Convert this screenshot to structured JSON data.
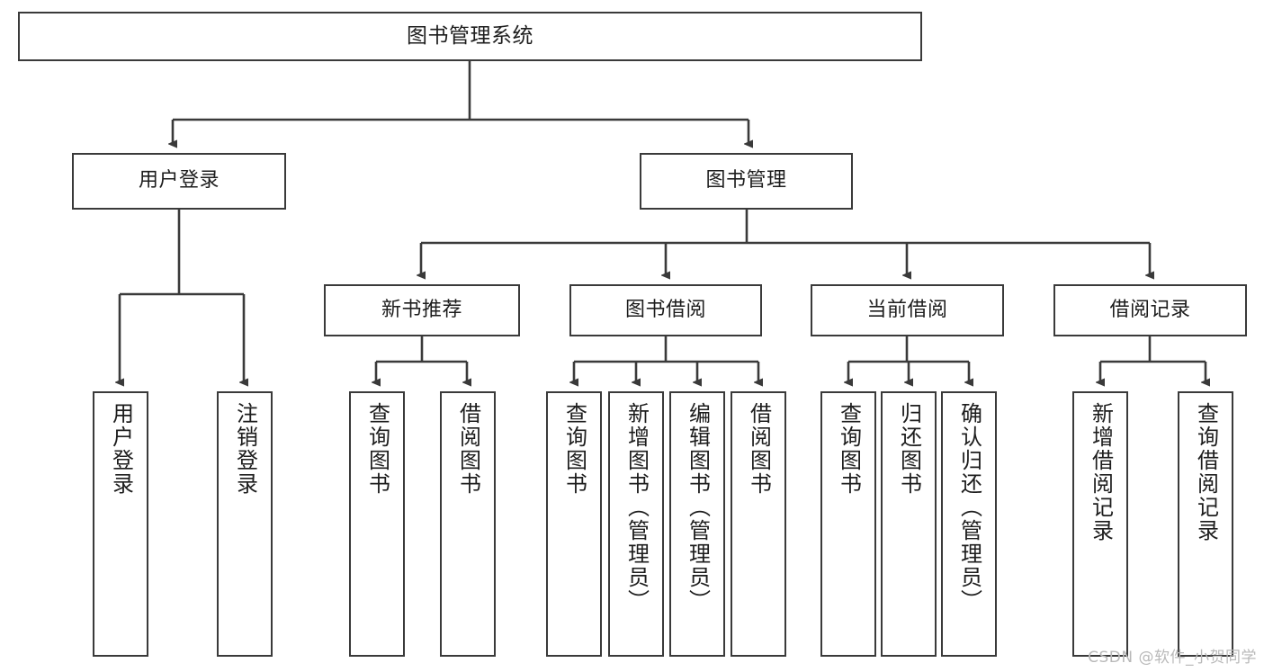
{
  "diagram": {
    "title": "图书管理系统",
    "watermark": "CSDN @软件_小贺同学",
    "line_color": "#3a3a3a",
    "text_color": "#1d1d1d",
    "background": "#ffffff",
    "nodes": {
      "root": {
        "label": "图书管理系统"
      },
      "level2": [
        {
          "label": "用户登录"
        },
        {
          "label": "图书管理"
        }
      ],
      "level3": [
        {
          "label": "新书推荐"
        },
        {
          "label": "图书借阅"
        },
        {
          "label": "当前借阅"
        },
        {
          "label": "借阅记录"
        }
      ],
      "leaves": {
        "user_login": [
          {
            "label": "用户登录"
          },
          {
            "label": "注销登录"
          }
        ],
        "new_book_recommend": [
          {
            "label": "查询图书"
          },
          {
            "label": "借阅图书"
          }
        ],
        "book_borrow": [
          {
            "label": "查询图书"
          },
          {
            "label": "新增图书（管理员）"
          },
          {
            "label": "编辑图书（管理员）"
          },
          {
            "label": "借阅图书"
          }
        ],
        "current_borrow": [
          {
            "label": "查询图书"
          },
          {
            "label": "归还图书"
          },
          {
            "label": "确认归还（管理员）"
          }
        ],
        "borrow_record": [
          {
            "label": "新增借阅记录"
          },
          {
            "label": "查询借阅记录"
          }
        ]
      }
    }
  }
}
